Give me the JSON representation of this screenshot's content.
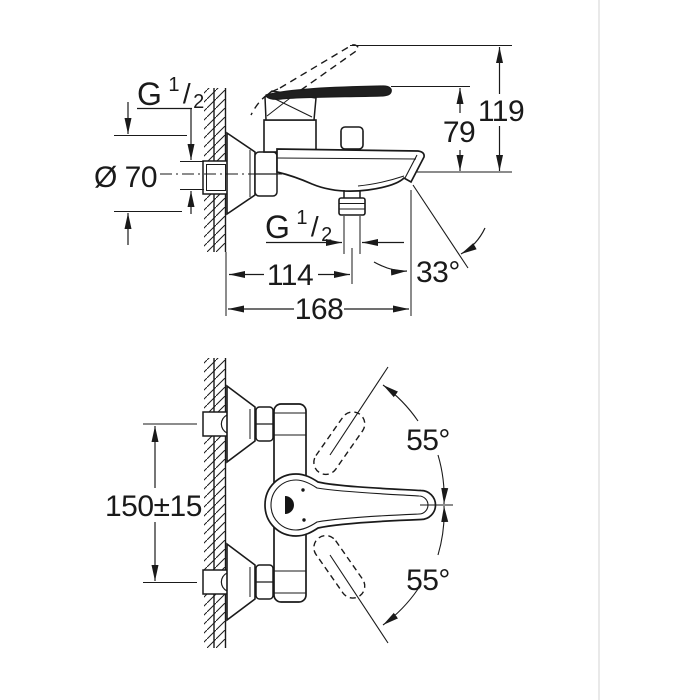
{
  "drawing": {
    "colors": {
      "line": "#1a1a1a",
      "background": "#ffffff",
      "page_edge": "#e9e9e9"
    },
    "top_view": {
      "dims": {
        "g_half_wall": {
          "g": "G",
          "sup": "1",
          "slash": "/",
          "sub": "2"
        },
        "diameter": "Ø 70",
        "height_total": "119",
        "height_spout": "79",
        "g_half_shower": {
          "g": "G",
          "sup": "1",
          "slash": "/",
          "sub": "2"
        },
        "wall_to_shower": "114",
        "wall_to_spout": "168",
        "spout_angle": "33°"
      }
    },
    "front_view": {
      "dims": {
        "mount_height": "150±15",
        "swivel_up": "55°",
        "swivel_down": "55°"
      }
    }
  }
}
